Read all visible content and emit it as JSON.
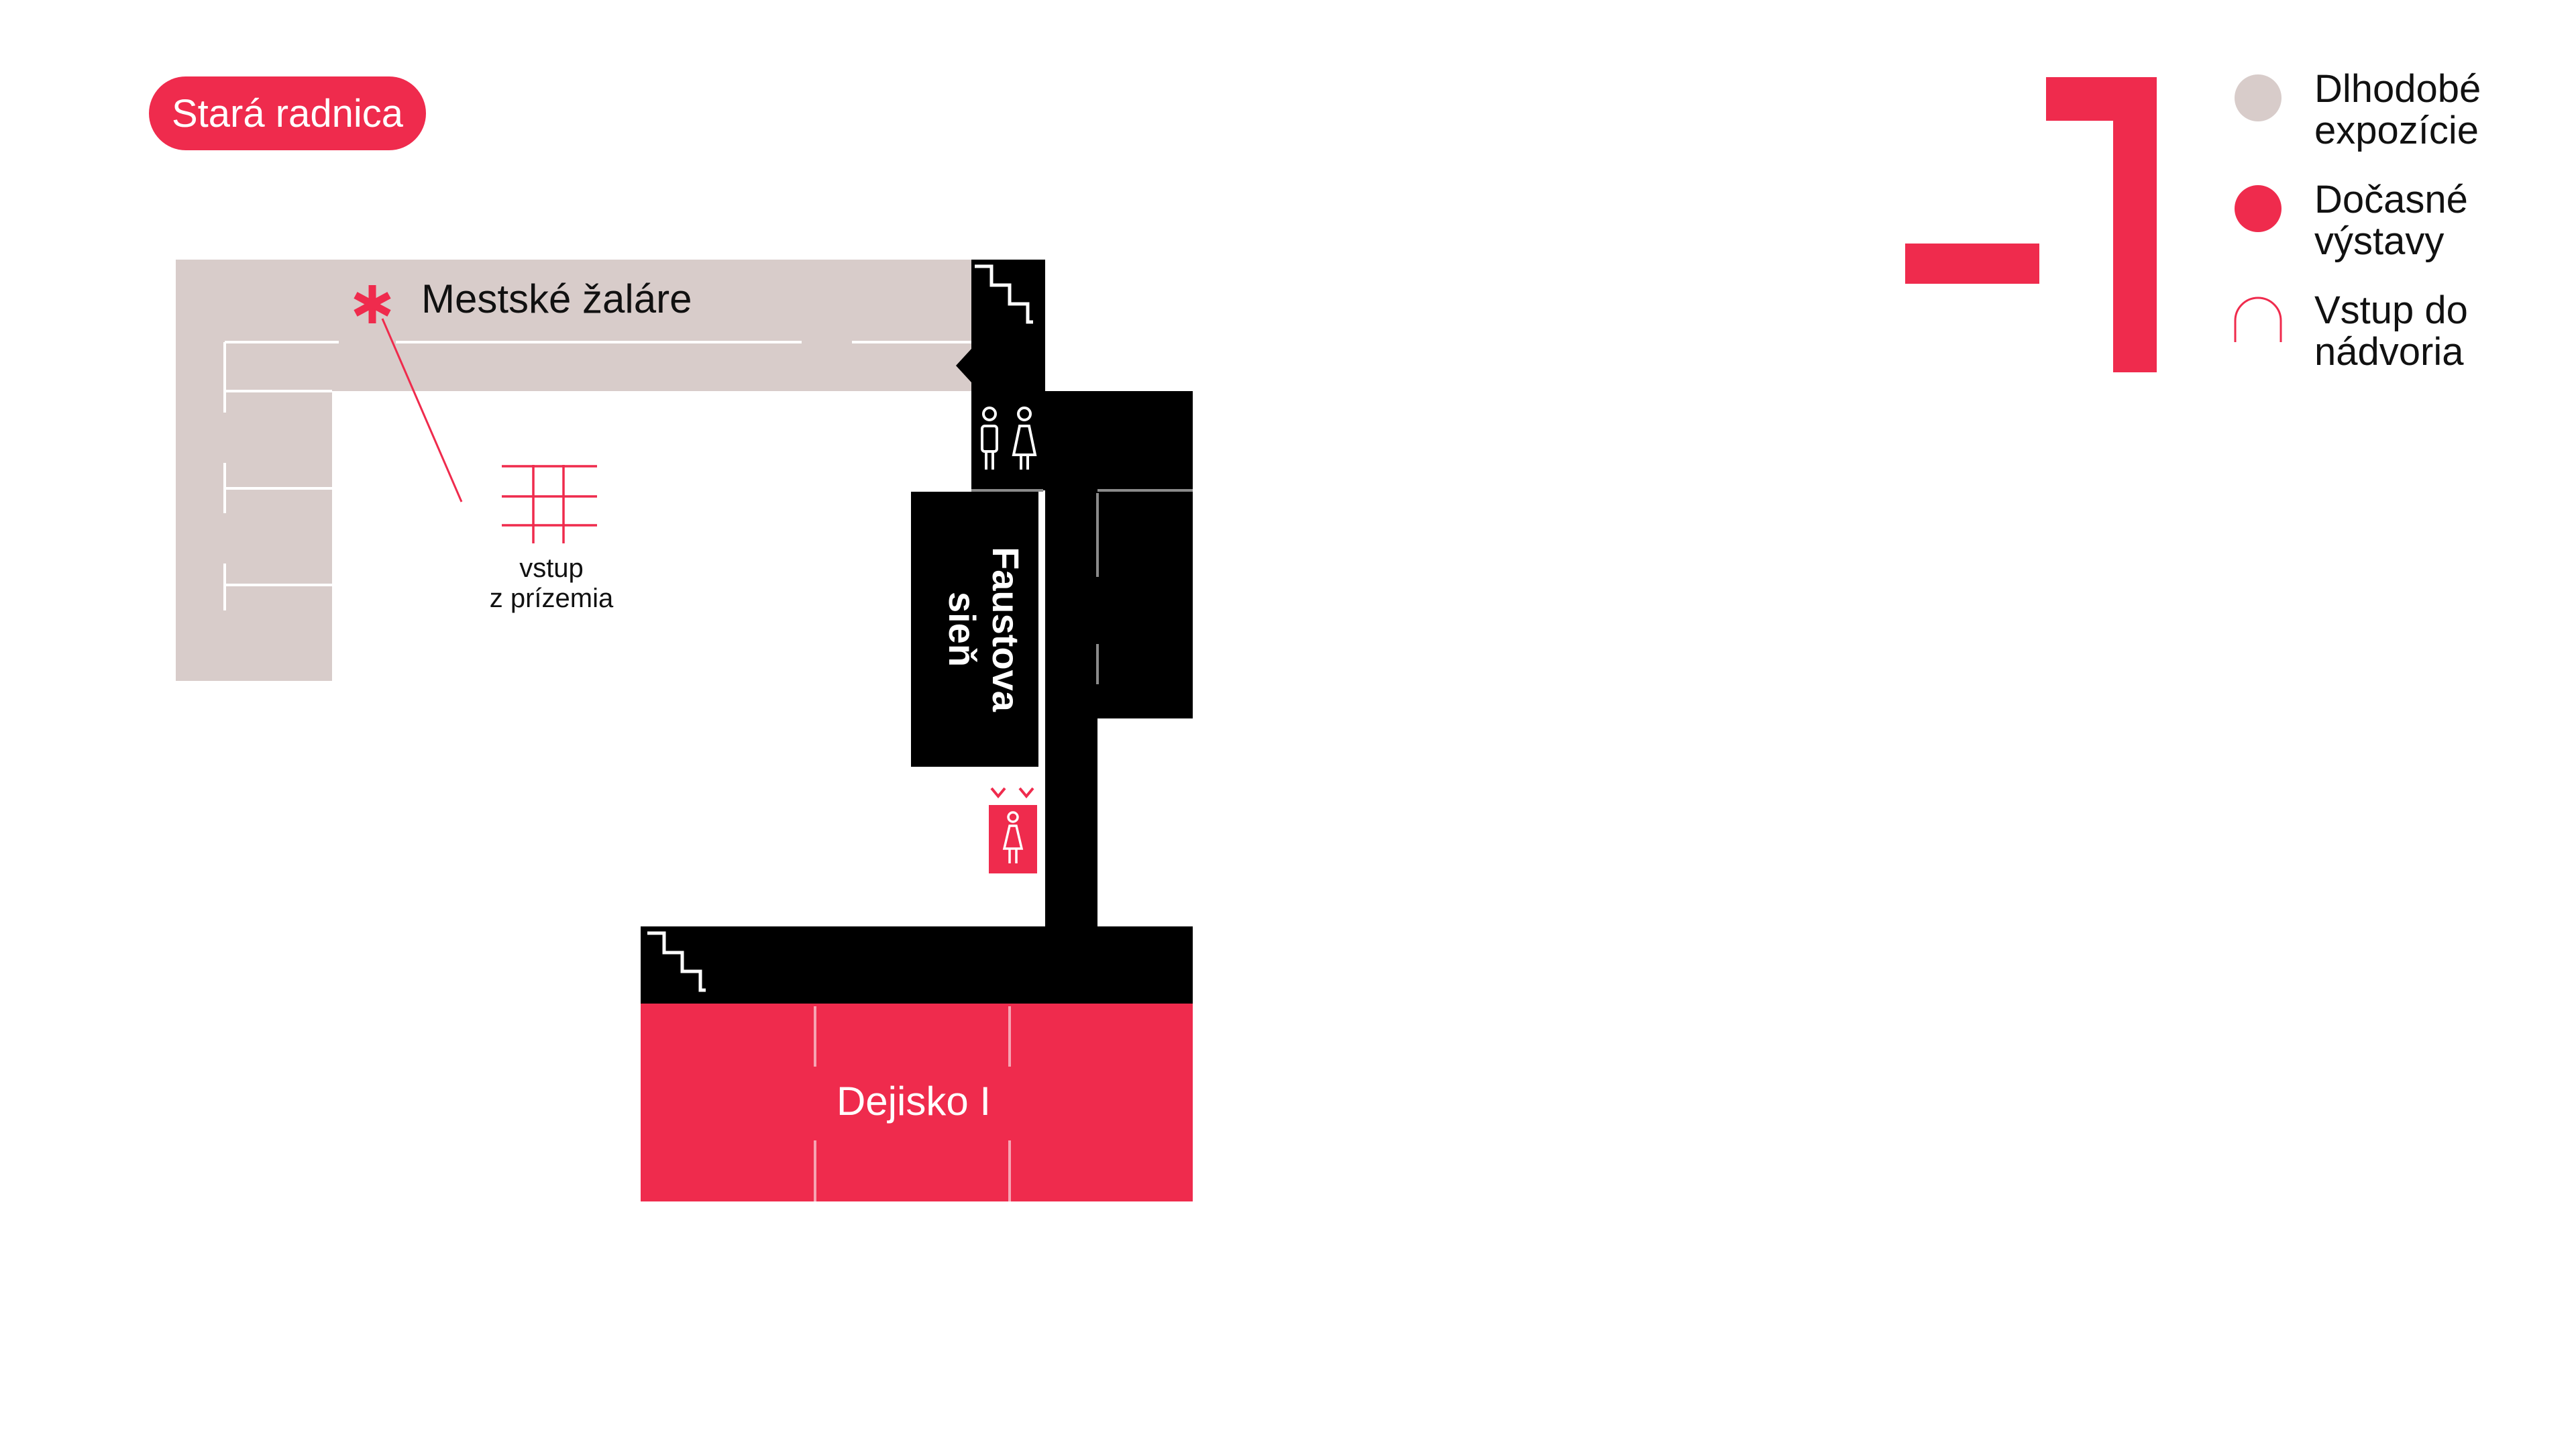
{
  "building": {
    "name": "Stará radnica"
  },
  "floor": {
    "number": "-1"
  },
  "colors": {
    "accent": "#ef2b4d",
    "permanent": "#d8ccca",
    "dark": "#000000",
    "white": "#ffffff",
    "text": "#111111"
  },
  "rooms": {
    "dungeons": "Mestské žaláre",
    "faust_hall_line1": "Faustova",
    "faust_hall_line2": "sieň",
    "stage_one": "Dejisko I"
  },
  "annotations": {
    "entrance_line1": "vstup",
    "entrance_line2": "z prízemia"
  },
  "icons": {
    "stairs": "stairs-icon",
    "toilets": "toilet-icon",
    "elevator": "elevator-icon",
    "entrance": "entrance-grid-icon",
    "marker": "asterisk-marker-icon"
  },
  "legend": [
    {
      "line1": "Dlhodobé",
      "line2": "expozície",
      "swatch": "filled-circle",
      "color": "#d8ccca"
    },
    {
      "line1": "Dočasné",
      "line2": "výstavy",
      "swatch": "filled-circle",
      "color": "#ef2b4d"
    },
    {
      "line1": "Vstup do",
      "line2": "nádvoria",
      "swatch": "arch-outline",
      "color": "#ef2b4d"
    }
  ]
}
